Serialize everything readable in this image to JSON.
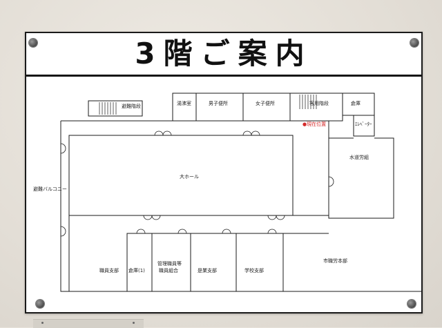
{
  "sign": {
    "title": "3階ご案内",
    "colors": {
      "plate": "#ffffff",
      "lines": "#1a1a1a",
      "current_location": "#d42a2a",
      "wall": "#e7e2da"
    }
  },
  "rooms": {
    "evac_stairs": "避難階段",
    "kitchen": "湯沸室",
    "mens_toilet": "男子便所",
    "womens_toilet": "女子便所",
    "guest_stairs": "客用階段",
    "storage_top": "倉庫",
    "current_location": "●現在位置",
    "elevator": "ｴﾚﾍﾞｰﾀｰ",
    "water_union": "水道労組",
    "evac_balcony": "避難バルコニー",
    "main_hall": "大ホール",
    "staff_branch": "職員支部",
    "storage_1": "倉庫(1)",
    "mgmt_union_line1": "管理職員等",
    "mgmt_union_line2": "職員組合",
    "enterprise_branch": "是業支部",
    "school_branch": "学校支部",
    "city_labor_hq": "市職労本部"
  }
}
